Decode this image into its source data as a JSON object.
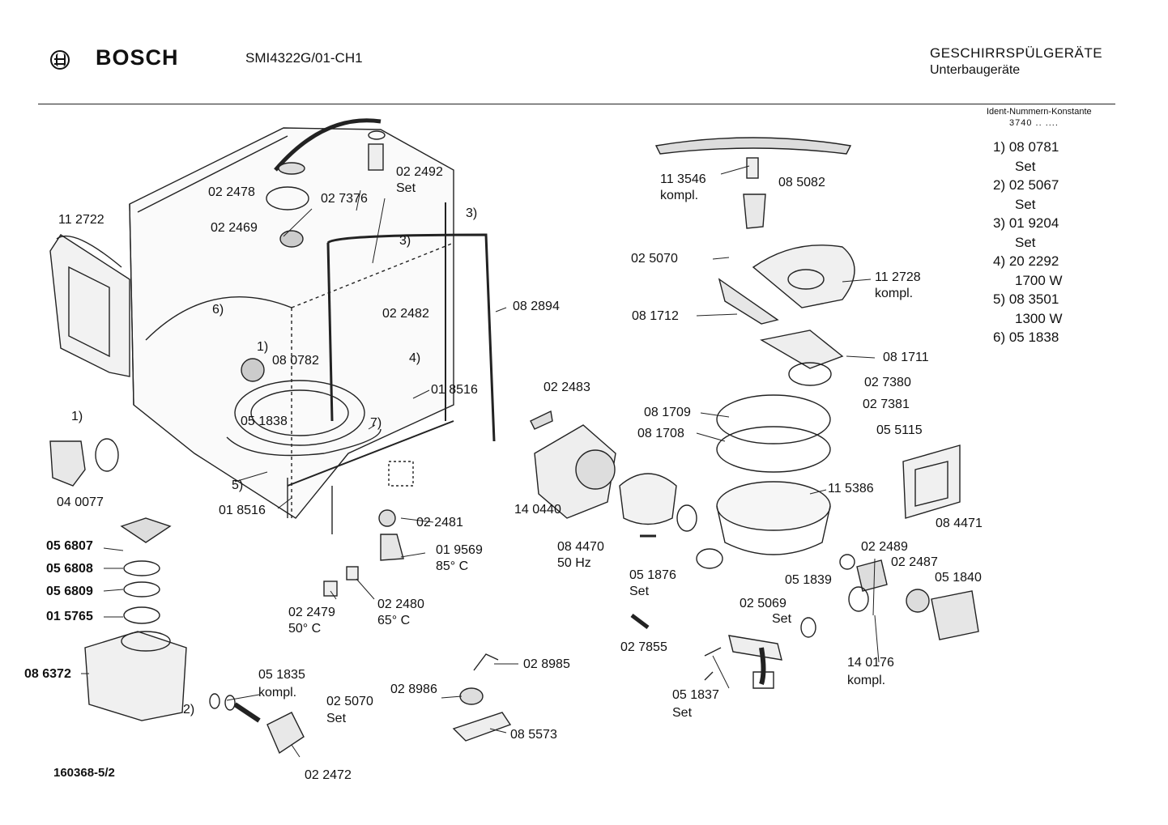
{
  "header": {
    "brand": "BOSCH",
    "model": "SMI4322G/01-CH1",
    "category_title": "GESCHIRRSPÜLGERÄTE",
    "category_subtitle": "Unterbaugeräte"
  },
  "ident_constants": {
    "heading": "Ident-Nummern-Konstante",
    "code": "3740  ..  ....",
    "rows": [
      {
        "text": "1) 08 0781"
      },
      {
        "text": "Set",
        "sub": true
      },
      {
        "text": "2) 02 5067"
      },
      {
        "text": "Set",
        "sub": true
      },
      {
        "text": "3) 01 9204"
      },
      {
        "text": "Set",
        "sub": true
      },
      {
        "text": "4) 20 2292"
      },
      {
        "text": "1700 W",
        "sub": true
      },
      {
        "text": "5) 08 3501"
      },
      {
        "text": "1300 W",
        "sub": true
      },
      {
        "text": "6) 05 1838"
      }
    ]
  },
  "labels": {
    "l112722": "11 2722",
    "l022478": "02 2478",
    "l022469": "02 2469",
    "l027376": "02 7376",
    "l022492": "02 2492",
    "l022492set": "Set",
    "m3a": "3)",
    "m3b": "3)",
    "m6": "6)",
    "l082894": "08 2894",
    "l022482": "02 2482",
    "m1a": "1)",
    "l080782": "08 0782",
    "m4": "4)",
    "l018516a": "01 8516",
    "l051838": "05 1838",
    "m7": "7)",
    "m1b": "1)",
    "l040077": "04 0077",
    "m5": "5)",
    "l018516b": "01 8516",
    "l056807": "05 6807",
    "l056808": "05 6808",
    "l056809": "05 6809",
    "l015765": "01 5765",
    "l086372": "08 6372",
    "l022481": "02 2481",
    "l019569": "01 9569",
    "l85c": "85° C",
    "l022479": "02 2479",
    "l50c": "50° C",
    "l022480": "02 2480",
    "l65c": "65° C",
    "l051835": "05 1835",
    "l051835k": "kompl.",
    "m2": "2)",
    "l025070a": "02 5070",
    "l025070set": "Set",
    "l022472": "02 2472",
    "l028985": "02 8985",
    "l028986": "02 8986",
    "l085573": "08 5573",
    "l022483": "02 2483",
    "l140440": "14 0440",
    "l084470": "08 4470",
    "l50hz": "50 Hz",
    "l051876": "05 1876",
    "l051876set": "Set",
    "l027855": "02 7855",
    "l113546": "11 3546",
    "l113546k": "kompl.",
    "l085082": "08 5082",
    "l025070b": "02 5070",
    "l081712": "08 1712",
    "l112728": "11 2728",
    "l112728k": "kompl.",
    "l081711": "08 1711",
    "l027380": "02 7380",
    "l027381": "02 7381",
    "l055115": "05 5115",
    "l081709": "08 1709",
    "l081708": "08 1708",
    "l115386": "11 5386",
    "l084471": "08 4471",
    "l022489": "02 2489",
    "l022487": "02 2487",
    "l051839": "05 1839",
    "l051840": "05 1840",
    "l025069": "02 5069",
    "l025069set": "Set",
    "l140176": "14 0176",
    "l140176k": "kompl.",
    "l051837": "05 1837",
    "l051837set": "Set"
  },
  "footer": {
    "doc_number": "160368-5/2"
  }
}
